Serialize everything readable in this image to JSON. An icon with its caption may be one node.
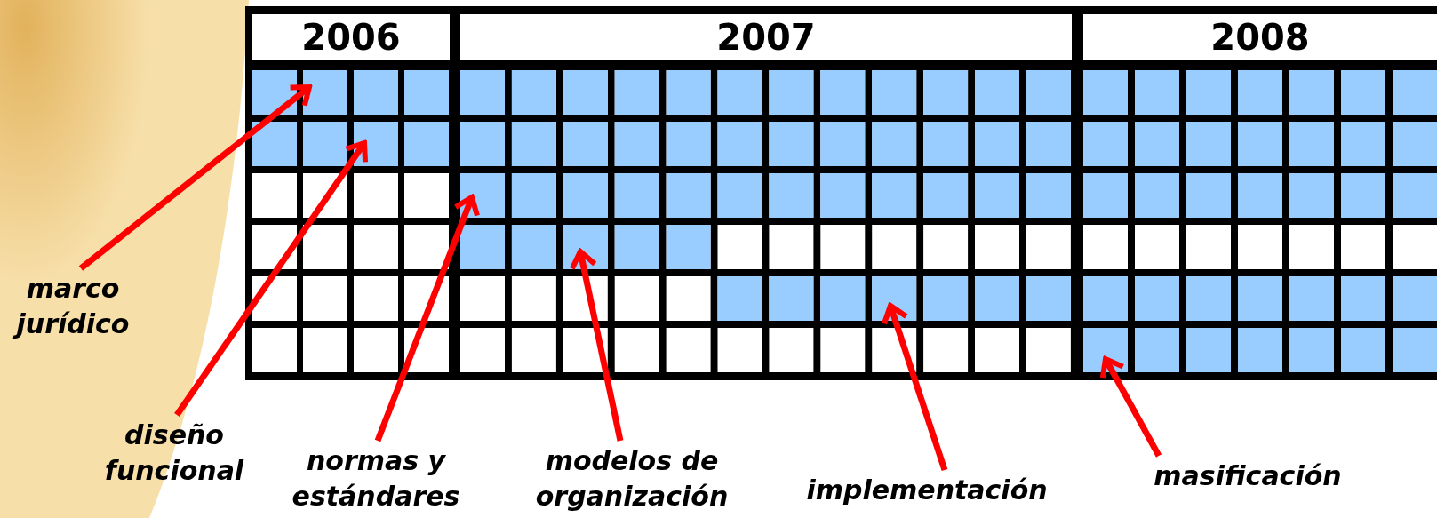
{
  "diagram": {
    "nodes": [
      {
        "text": [
          "2006"
        ]
      },
      {
        "text": [
          "2007"
        ]
      },
      {
        "text": [
          "2008"
        ]
      },
      {
        "text": [],
        "shape": "bar"
      },
      {
        "text": [],
        "shape": "bar"
      },
      {
        "text": [],
        "shape": "bar"
      },
      {
        "text": [],
        "shape": "bar"
      },
      {
        "text": [],
        "shape": "bar"
      },
      {
        "text": [],
        "shape": "bar"
      },
      {
        "text": [
          "marco jurídico"
        ]
      },
      {
        "text": [
          "diseño funcional"
        ]
      },
      {
        "text": [
          "normas y estándares"
        ]
      },
      {
        "text": [
          "modelos de organización"
        ]
      },
      {
        "text": [
          "implementación"
        ]
      },
      {
        "text": [
          "masificación"
        ]
      }
    ],
    "edges": [
      {
        "from": 9,
        "to": 3,
        "arrow": "to"
      },
      {
        "from": 10,
        "to": 4,
        "arrow": "to"
      },
      {
        "from": 11,
        "to": 5,
        "arrow": "to"
      },
      {
        "from": 12,
        "to": 6,
        "arrow": "to"
      },
      {
        "from": 13,
        "to": 7,
        "arrow": "to"
      },
      {
        "from": 14,
        "to": 8,
        "arrow": "to"
      }
    ]
  }
}
